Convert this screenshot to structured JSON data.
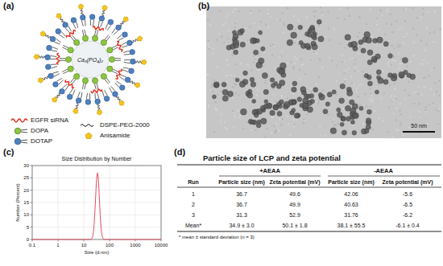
{
  "diagram": {
    "nodes": [
      {
        "text": [
          "Ca₃(PO₄)₂"
        ]
      }
    ],
    "labels": [
      "(a)",
      "(b)",
      "50 nm",
      "(c)",
      "Size Distribution by Number",
      "Number (Percent)",
      "Size (d.nm)",
      "0",
      "5",
      "10",
      "15",
      "20",
      "25",
      "30",
      "0.1",
      "1",
      "10",
      "100",
      "1000",
      "10000",
      "(d)",
      "Particle size of LCP and zeta potential",
      "+AEAA",
      "-AEAA",
      "Run",
      "Particle size (nm)",
      "Zeta potential (mV)",
      "Particle size (nm)",
      "Zeta potential (mV)",
      "1",
      "36.7",
      "49.6",
      "42.06",
      "-5.6",
      "2",
      "36.7",
      "49.9",
      "40.63",
      "-6.5",
      "3",
      "31.3",
      "52.9",
      "31.76",
      "-6.2",
      "Mean*",
      "34.9 ± 3.0",
      "50.1 ± 1.8",
      "38.1 ± 55.5",
      "-6.1 ± 0.4",
      "* mean ± standard deviation (n = 3)"
    ],
    "legend": [
      {
        "text": "EGFR siRNA"
      },
      {
        "text": "DOPA"
      },
      {
        "text": "DOTAP"
      },
      {
        "text": "DSPE-PEG-2000"
      },
      {
        "text": "Anisamide"
      }
    ]
  }
}
